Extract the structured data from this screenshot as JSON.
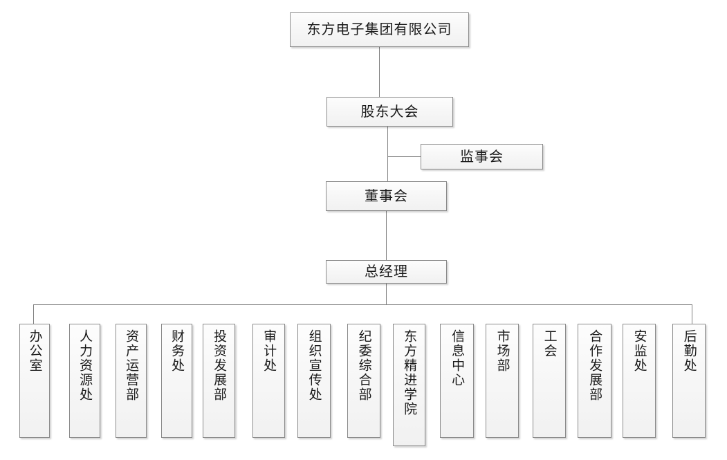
{
  "diagram": {
    "type": "org-chart",
    "title_box": {
      "label": "东方电子集团有限公司"
    },
    "levels": [
      {
        "label": "股东大会"
      },
      {
        "label": "监事会"
      },
      {
        "label": "董事会"
      },
      {
        "label": "总经理"
      }
    ],
    "departments": [
      {
        "label": "办公室"
      },
      {
        "label": "人力资源处"
      },
      {
        "label": "资产运营部"
      },
      {
        "label": "财务处"
      },
      {
        "label": "投资发展部"
      },
      {
        "label": "审计处"
      },
      {
        "label": "组织宣传处"
      },
      {
        "label": "纪委综合部"
      },
      {
        "label": "东方精进学院"
      },
      {
        "label": "信息中心"
      },
      {
        "label": "市场部"
      },
      {
        "label": "工会"
      },
      {
        "label": "合作发展部"
      },
      {
        "label": "安监处"
      },
      {
        "label": "后勤处"
      }
    ],
    "colors": {
      "box_border": "#8a8a8a",
      "box_fill_top": "#fdfdfd",
      "box_fill_bottom": "#f1f1f1",
      "connector": "#808080",
      "text": "#1a1a1a",
      "background": "#ffffff"
    }
  }
}
